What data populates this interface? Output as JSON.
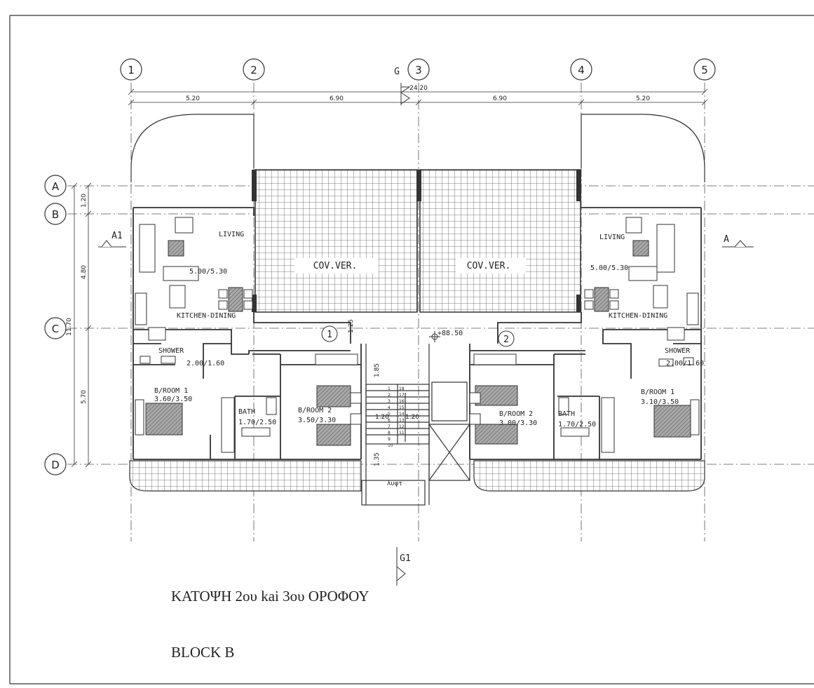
{
  "grid": {
    "columns": [
      "1",
      "2",
      "3",
      "4",
      "5"
    ],
    "rows": [
      "A",
      "B",
      "C",
      "D"
    ]
  },
  "dimensions": {
    "total_width": "24.20",
    "bays": [
      "5.20",
      "6.90",
      "6.90",
      "5.20"
    ],
    "total_depth": "11.70",
    "depth_parts": [
      "1.20",
      "4.80",
      "5.70"
    ],
    "small": {
      "corridor": "1.25",
      "stair_top": "1.85",
      "stair_bottom": "1.35",
      "stair_w1": "1.20",
      "stair_w2": "1.20"
    }
  },
  "section_marks": {
    "g_top": "G",
    "g_bottom": "G1",
    "left": "A1",
    "right": "A"
  },
  "apartments": [
    "1",
    "2"
  ],
  "level": "+88.50",
  "rooms": {
    "living": "LIVING",
    "living_size_left": "5.00/5.30",
    "living_size_right": "5.00/5.30",
    "kitchen": "KITCHEN-DINING",
    "cov_ver": "COV.VER.",
    "shower": "SHOWER",
    "shower_size_left": "2.00/1.60",
    "shower_size_right": "2.00/1.60",
    "bedroom1": "B/ROOM 1",
    "bedroom1_size_left": "3.60/3.50",
    "bedroom1_size_right": "3.10/3.50",
    "bedroom2": "B/ROOM 2",
    "bedroom2_size_left": "3.50/3.30",
    "bedroom2_size_right": "3.00/3.30",
    "bath": "BATH",
    "bath_size_left": "1.70/2.50",
    "bath_size_right": "1.70/2.50",
    "lift": "λυφτ"
  },
  "stair_numbers": [
    "1",
    "2",
    "3",
    "4",
    "5",
    "6",
    "7",
    "8",
    "9",
    "10",
    "18",
    "17",
    "16",
    "15",
    "14",
    "13",
    "12",
    "11"
  ],
  "title": "ΚΑΤΟΨΗ 2ου kai 3ου ΟΡΟΦΟΥ",
  "block": "BLOCK B"
}
